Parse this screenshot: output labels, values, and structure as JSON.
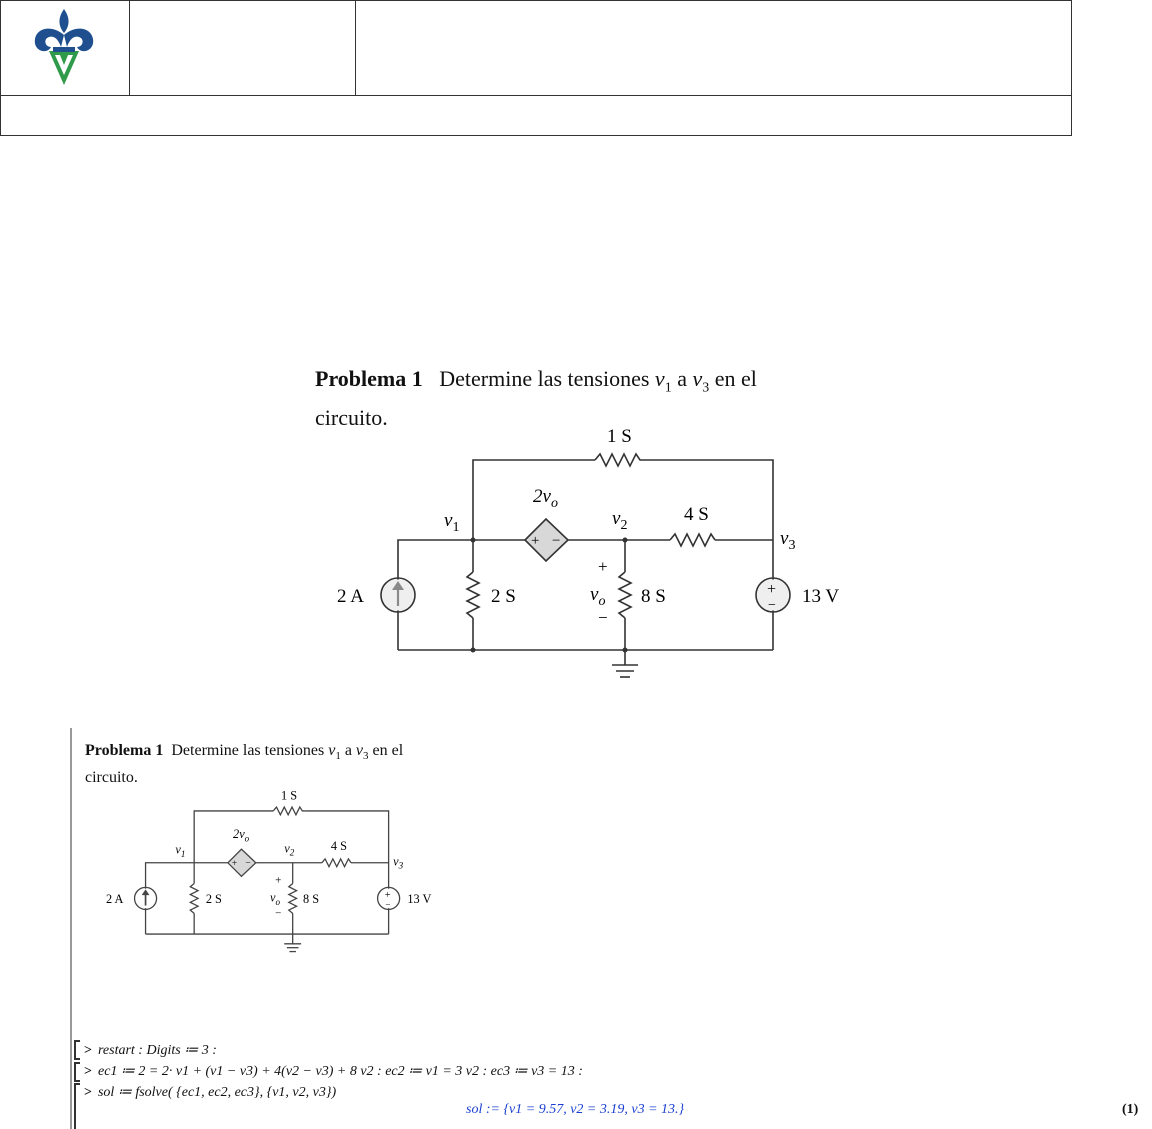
{
  "header": {
    "row1_col2": "",
    "row1_col3": "",
    "row2": ""
  },
  "problem": {
    "label": "Problema 1",
    "text_a": "Determine las tensiones ",
    "v1": "v",
    "sub1": "1",
    "text_b": " a ",
    "v3": "v",
    "sub3": "3",
    "text_c": " en el",
    "line2": "circuito."
  },
  "circuit": {
    "r_top": "1 S",
    "dep_source": "2v",
    "dep_sub": "o",
    "node_v1": "v",
    "node_v1_sub": "1",
    "node_v2": "v",
    "node_v2_sub": "2",
    "node_v3": "v",
    "node_v3_sub": "3",
    "r_mid": "4 S",
    "current_source": "2 A",
    "r_2s": "2 S",
    "vo_plus": "+",
    "vo": "v",
    "vo_sub": "o",
    "vo_minus": "−",
    "r_8s": "8 S",
    "voltage_source": "13 V",
    "src_plus": "+",
    "src_minus": "−",
    "dep_plus": "+",
    "dep_minus": "−"
  },
  "maple": {
    "line1": "restart : Digits ≔ 3 :",
    "line2": "ec1 ≔ 2 = 2· v1 + (v1 − v3) + 4(v2 − v3) + 8 v2 : ec2 ≔ v1 = 3 v2 : ec3 ≔ v3 = 13 :",
    "line3": "sol ≔ fsolve( {ec1, ec2, ec3}, {v1, v2, v3})",
    "prompt": ">",
    "output": "sol := {v1 = 9.57, v2 = 3.19, v3 = 13.}",
    "eq_label": "(1)"
  }
}
